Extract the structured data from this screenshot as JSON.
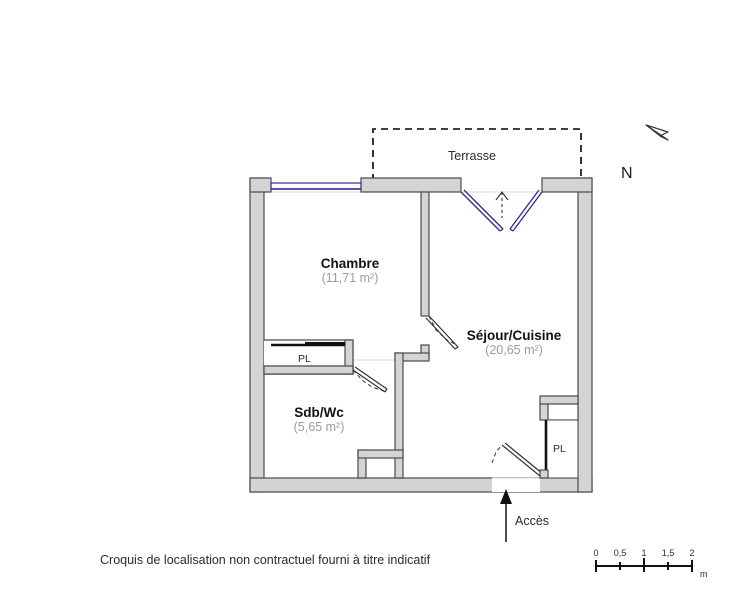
{
  "document": {
    "type": "floor-plan",
    "caption": "Croquis de localisation non contractuel fourni à titre indicatif"
  },
  "rooms": [
    {
      "id": "chambre",
      "name": "Chambre",
      "area_text": "(11,71 m²)",
      "area_value": 11.71,
      "unit": "m²"
    },
    {
      "id": "sejour",
      "name": "Séjour/Cuisine",
      "area_text": "(20,65 m²)",
      "area_value": 20.65,
      "unit": "m²"
    },
    {
      "id": "sdbwc",
      "name": "Sdb/Wc",
      "area_text": "(5,65 m²)",
      "area_value": 5.65,
      "unit": "m²"
    }
  ],
  "annotations": {
    "terrasse_label": "Terrasse",
    "acces_label": "Accès",
    "north_label": "N",
    "closet_left_label": "PL",
    "closet_right_label": "PL"
  },
  "scale_bar": {
    "ticks": [
      "0",
      "0,5",
      "1",
      "1,5",
      "2"
    ],
    "unit_label": "m"
  },
  "colors": {
    "wall_fill": "#d4d4d4",
    "wall_stroke": "#4a4a4a",
    "window_blue": "#2b2b8f",
    "door_line": "#333333",
    "area_text": "#9b9b9b",
    "name_text": "#111111",
    "dashed_terrace": "#000000",
    "background": "#ffffff"
  }
}
